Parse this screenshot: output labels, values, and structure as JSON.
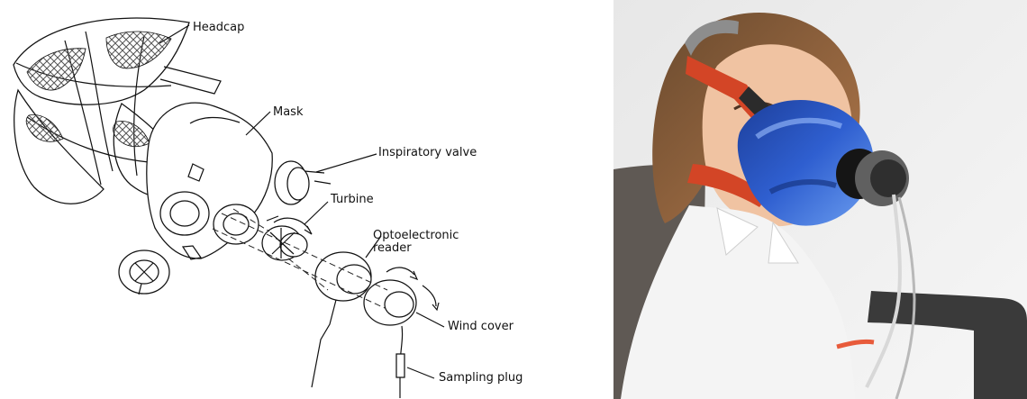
{
  "labels": {
    "headcap": "Headcap",
    "mask": "Mask",
    "inspiratory_valve": "Inspiratory valve",
    "turbine": "Turbine",
    "optoelectronic_line1": "Optoelectronic",
    "optoelectronic_line2": "reader",
    "wind_cover": "Wind cover",
    "sampling_plug": "Sampling plug"
  },
  "colors": {
    "line": "#111111",
    "mask_blue": "#2f5fd0",
    "strap_orange": "#e65a32",
    "shirt_white": "#f4f4f4",
    "photo_bg": "#ececec"
  }
}
